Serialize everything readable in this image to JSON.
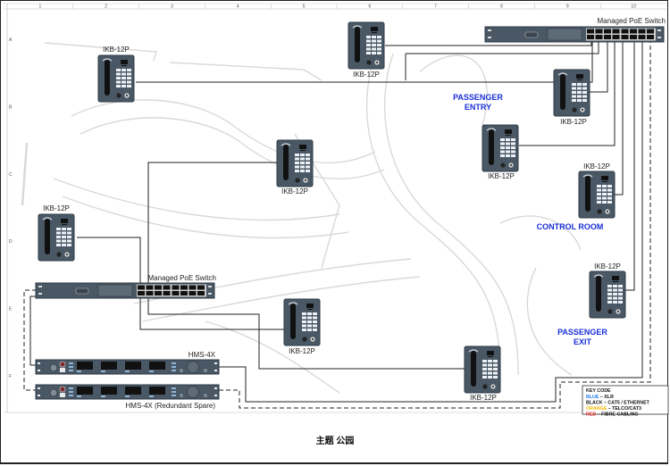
{
  "diagram": {
    "footer_title": "主题 公园",
    "grid": {
      "columns": [
        "1",
        "2",
        "3",
        "4",
        "5",
        "6",
        "7",
        "8",
        "9",
        "10"
      ],
      "rows": [
        "A",
        "B",
        "C",
        "D",
        "E",
        "F"
      ]
    },
    "area_labels": {
      "passenger_entry": [
        "PASSENGER",
        "ENTRY"
      ],
      "control_room": "CONTROL ROOM",
      "passenger_exit": [
        "PASSENGER",
        "EXIT"
      ]
    },
    "devices": {
      "switch_top": "Managed PoE Switch",
      "switch_bottom": "Managed PoE Switch",
      "hms_main": "HMS-4X",
      "hms_spare": "HMS-4X (Redundant Spare)",
      "intercoms": [
        {
          "id": "i1",
          "label": "IKB-12P"
        },
        {
          "id": "i2",
          "label": "IKB-12P"
        },
        {
          "id": "i3",
          "label": "IKB-12P"
        },
        {
          "id": "i4",
          "label": "IKB-12P"
        },
        {
          "id": "i5",
          "label": "IKB-12P"
        },
        {
          "id": "i6",
          "label": "IKB-12P"
        },
        {
          "id": "i7",
          "label": "IKB-12P"
        },
        {
          "id": "i8",
          "label": "IKB-12P"
        },
        {
          "id": "i9",
          "label": "IKB-12P"
        },
        {
          "id": "i10",
          "label": "IKB-12P"
        }
      ]
    },
    "key_code": {
      "title": "KEY CODE",
      "entries": [
        {
          "color_name": "BLUE",
          "desc": " – XLR",
          "color": "#1e7be6"
        },
        {
          "color_name": "BLACK",
          "desc": " – CAT5 / ETHERNET",
          "color": "#111111"
        },
        {
          "color_name": "ORANGE",
          "desc": "  – TELCO/CAT3",
          "color": "#f5b800"
        },
        {
          "color_name": "RED",
          "desc": " – FIBRE CABLING",
          "color": "#e02020"
        }
      ]
    },
    "colors": {
      "device_body": "#4a5866",
      "area_label": "#1a2fd8",
      "cable": "#222222"
    }
  }
}
